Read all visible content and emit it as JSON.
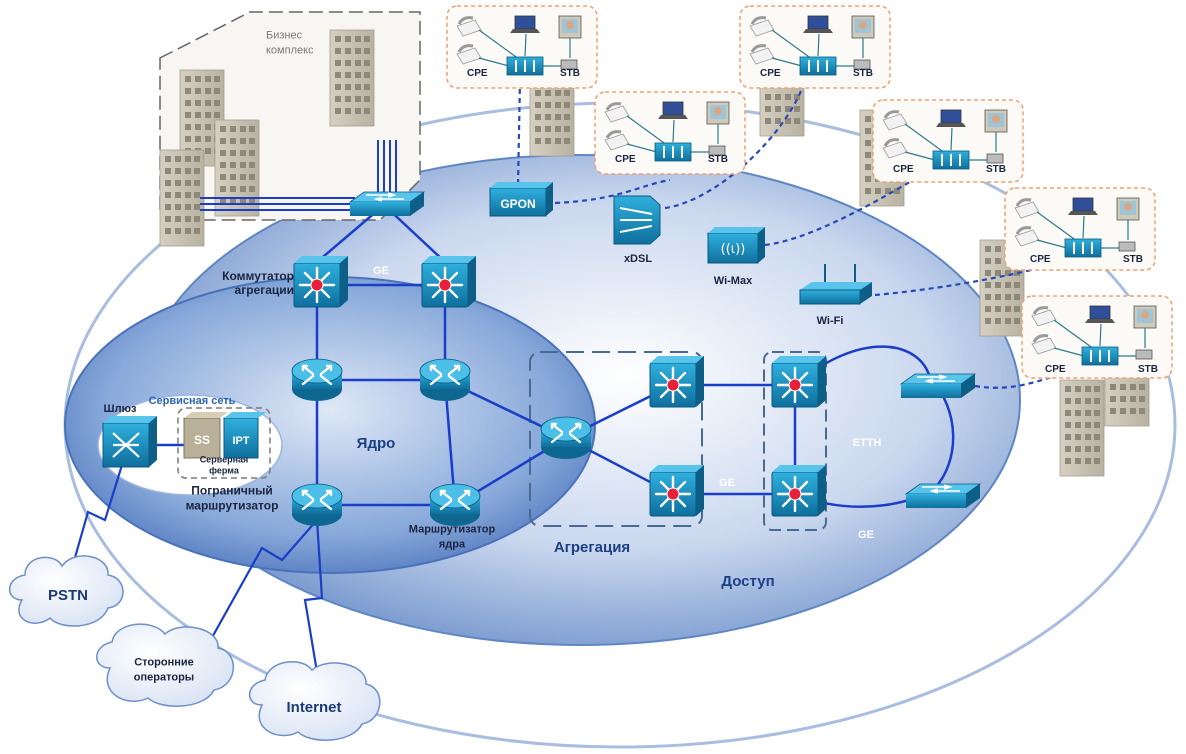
{
  "zones": {
    "core": "Ядро",
    "aggregation": "Агрегация",
    "access": "Доступ",
    "service_network": "Сервисная сеть",
    "server_farm": "Серверная ферма",
    "business_complex": "Бизнес комплекс"
  },
  "devices": {
    "aggregation_switch": "Коммутатор агрегации",
    "core_router": "Маршрутизатор ядра",
    "border_router": "Пограничный маршрутизатор",
    "gateway": "Шлюз",
    "ss": "SS",
    "ipt": "IPT",
    "gpon": "GPON",
    "xdsl": "xDSL",
    "wimax": "Wi-Max",
    "wifi": "Wi-Fi",
    "cpe": "CPE",
    "stb": "STB"
  },
  "links": {
    "ge_top": "GE",
    "ge_mid": "GE",
    "ge_bottom": "GE",
    "etth": "ETTH"
  },
  "clouds": {
    "pstn": "PSTN",
    "third_party": "Сторонние операторы",
    "internet": "Internet"
  },
  "colors": {
    "outer_zone": "#c9d6ec",
    "core_zone": "#6f95cf",
    "device_blue": "#1b8fbf",
    "link_blue": "#1a3ec8",
    "cpe_dash": "#f0a070",
    "accent_red": "#e8213a"
  }
}
